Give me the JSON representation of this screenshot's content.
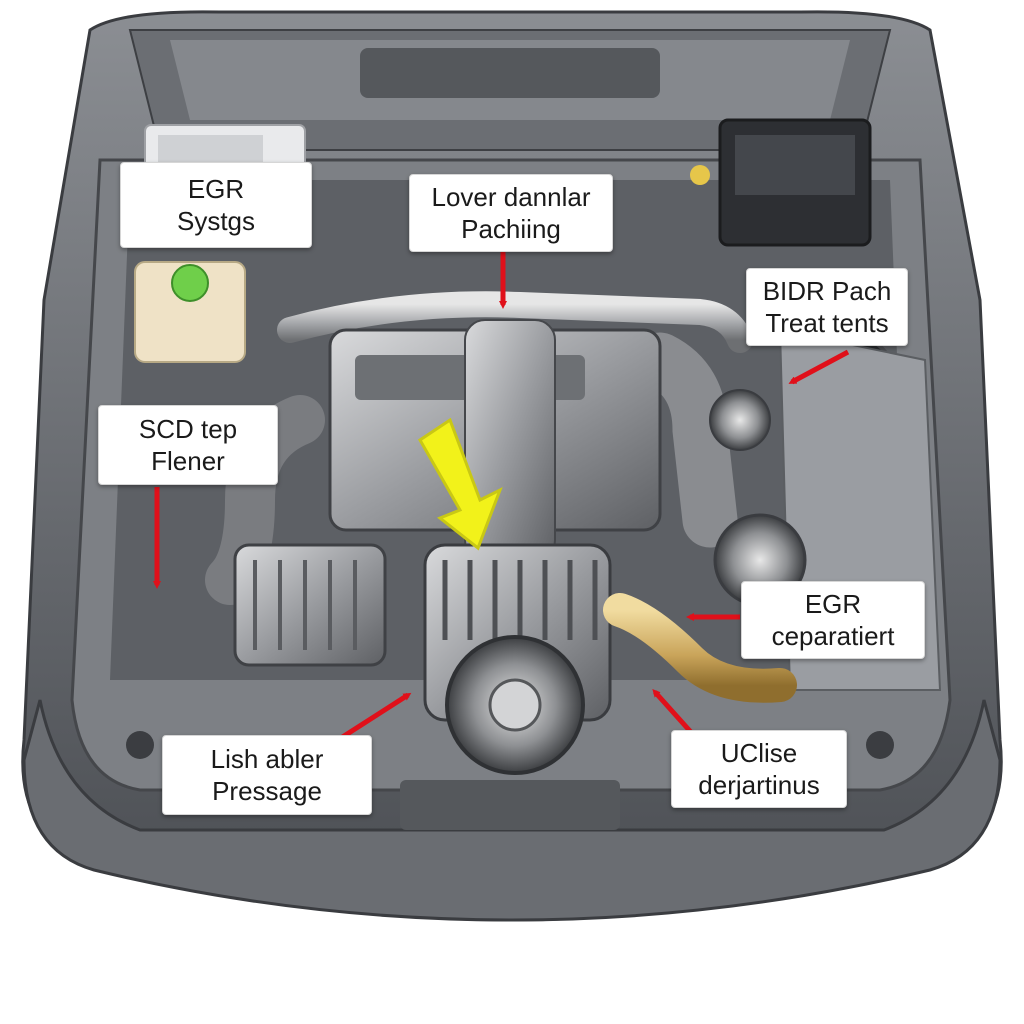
{
  "callouts": [
    {
      "id": "egr-systgs",
      "lines": [
        "EGR",
        "Systgs"
      ]
    },
    {
      "id": "lover-dannlar",
      "lines": [
        "Lover dannlar",
        "Pachiing"
      ]
    },
    {
      "id": "bidr-pach",
      "lines": [
        "BIDR Pach",
        "Treat tents"
      ]
    },
    {
      "id": "scd-tep",
      "lines": [
        "SCD tep",
        "Flener"
      ]
    },
    {
      "id": "egr-separatiert",
      "lines": [
        "EGR",
        "ceparatiert"
      ]
    },
    {
      "id": "lish-abler",
      "lines": [
        "Lish abler",
        "Pressage"
      ]
    },
    {
      "id": "ucliise",
      "lines": [
        "UClise",
        "derjartinus"
      ]
    }
  ],
  "colors": {
    "arrow": "#e0101a",
    "highlight_arrow": "#f2f21a",
    "callout_bg": "#ffffff"
  },
  "icons": [
    "fuse-box-icon",
    "coolant-reservoir-icon",
    "battery-icon",
    "oil-cap-icon"
  ]
}
